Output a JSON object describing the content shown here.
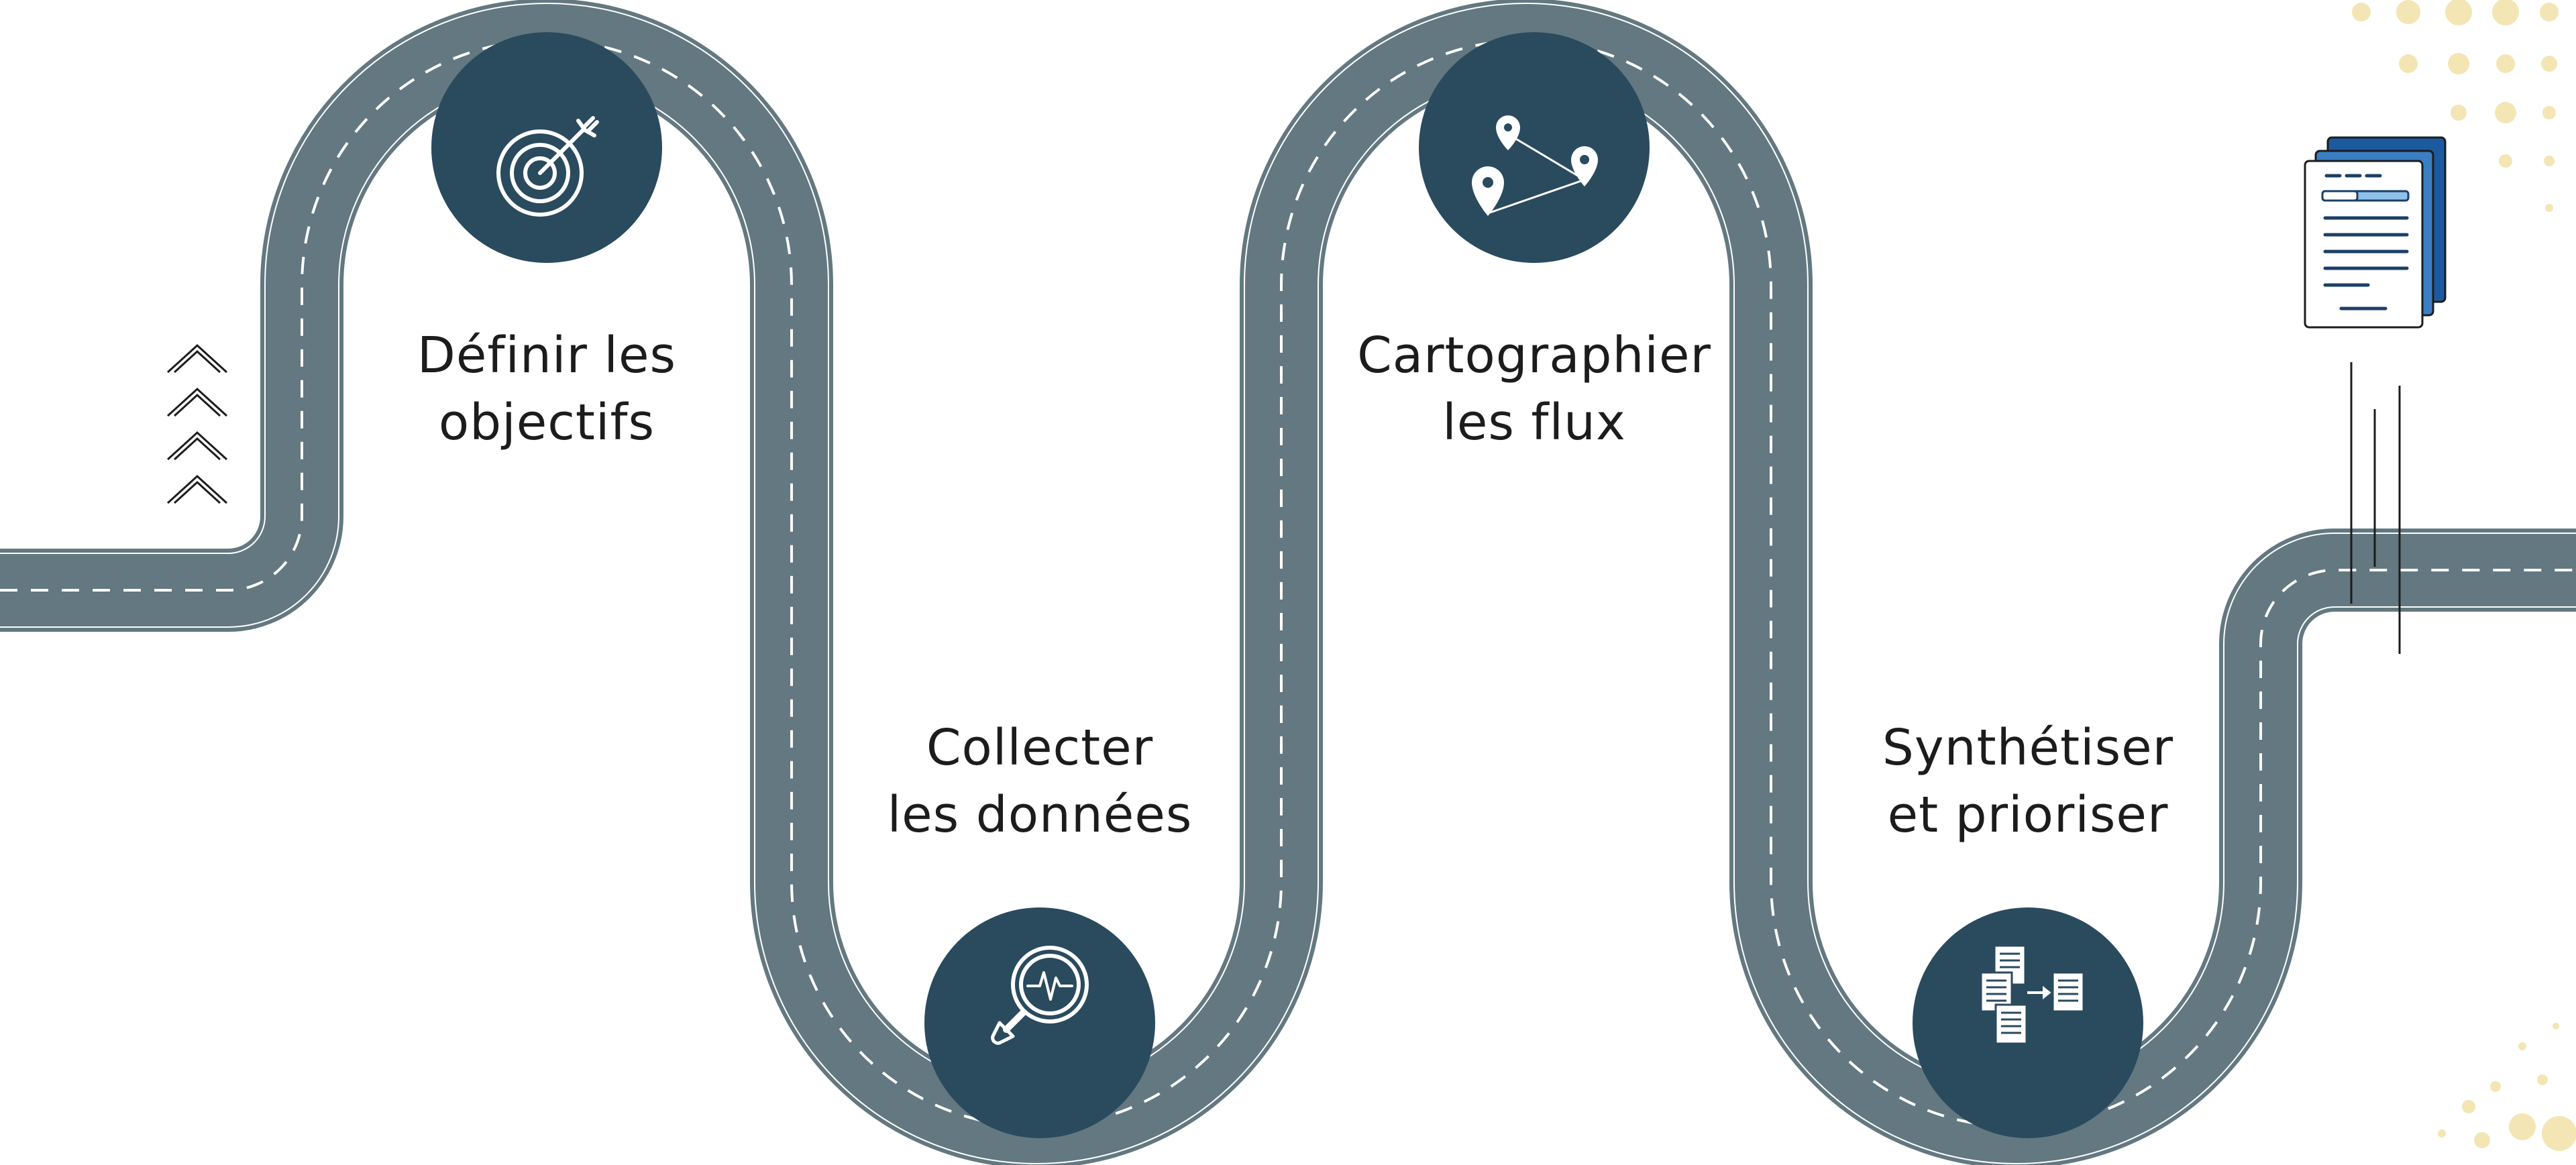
{
  "colors": {
    "road": "#637880",
    "road_edge": "#ffffff",
    "road_dash": "#ffffff",
    "icon_circle": "#2a4a5e",
    "text": "#1c1c1c",
    "dots": "#f3e6b4",
    "doc_back": "#1c5aa0",
    "doc_mid": "#3a7fc4"
  },
  "steps": [
    {
      "line1": "Définir les",
      "line2": "objectifs",
      "icon": "target-icon"
    },
    {
      "line1": "Collecter",
      "line2": "les données",
      "icon": "magnifier-icon"
    },
    {
      "line1": "Cartographier",
      "line2": "les flux",
      "icon": "map-pins-icon"
    },
    {
      "line1": "Synthétiser",
      "line2": "et prioriser",
      "icon": "documents-merge-icon"
    }
  ],
  "decorations": {
    "start_marker": "chevron-up-stack-icon",
    "end_marker": "document-report-icon"
  }
}
